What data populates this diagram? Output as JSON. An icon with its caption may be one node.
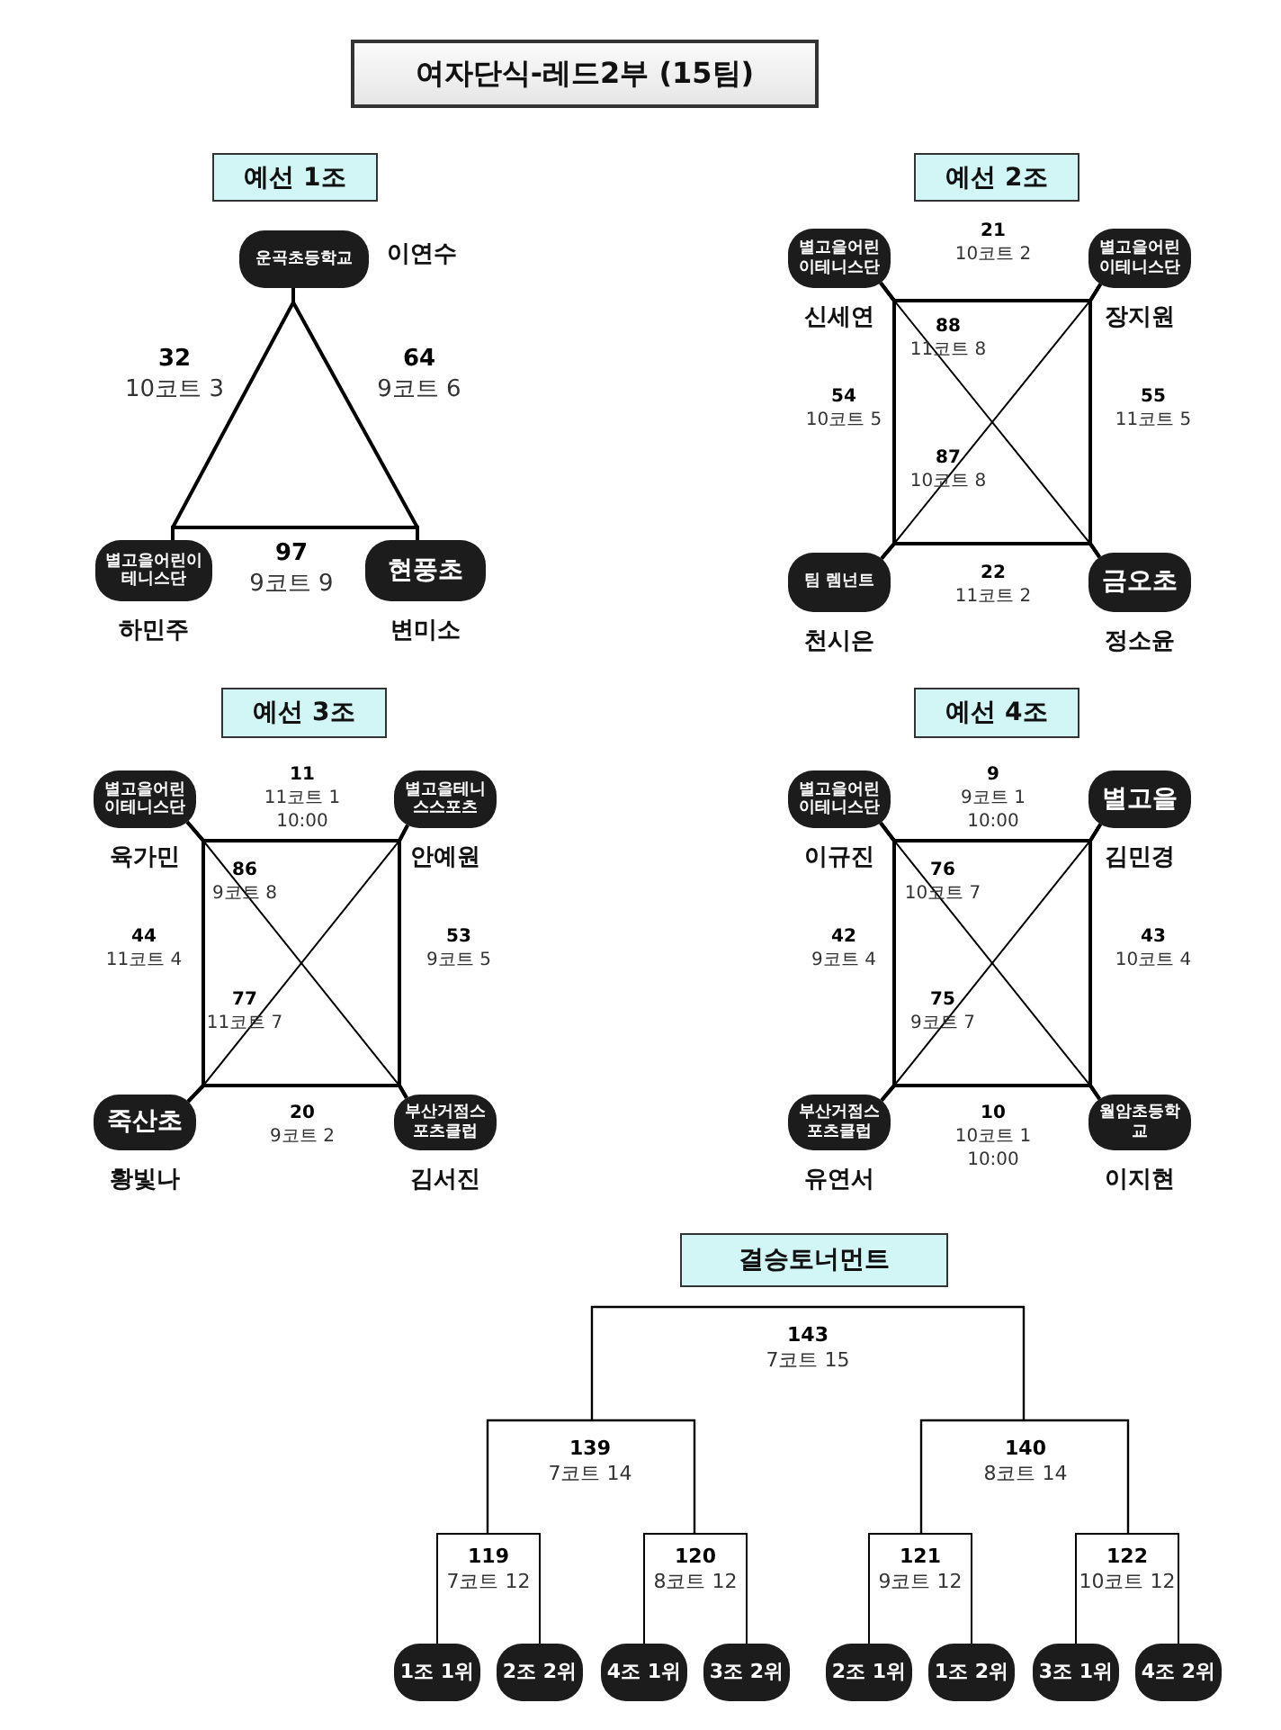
{
  "diagram": {
    "nodes": [
      {
        "text": [
          "여자단식-레드2부 (15팀)"
        ]
      },
      {
        "text": [
          "예선 1조"
        ]
      },
      {
        "text": [
          "운곡초등학교"
        ],
        "beside": [
          "이연수"
        ]
      },
      {
        "text": [
          "별고을어린이테니스단"
        ],
        "beside": [
          "하민주"
        ]
      },
      {
        "text": [
          "현풍초"
        ],
        "beside": [
          "변미소"
        ]
      },
      {
        "text": [
          "예선 2조"
        ]
      },
      {
        "text": [
          "별고을어린이테니스단"
        ],
        "beside": [
          "신세연"
        ]
      },
      {
        "text": [
          "별고을어린이테니스단"
        ],
        "beside": [
          "장지원"
        ]
      },
      {
        "text": [
          "팀 렘넌트"
        ],
        "beside": [
          "천시은"
        ]
      },
      {
        "text": [
          "금오초"
        ],
        "beside": [
          "정소윤"
        ]
      },
      {
        "text": [
          "예선 3조"
        ]
      },
      {
        "text": [
          "별고을어린이테니스단"
        ],
        "beside": [
          "육가민"
        ]
      },
      {
        "text": [
          "별고을테니스스포츠"
        ],
        "beside": [
          "안예원"
        ]
      },
      {
        "text": [
          "죽산초"
        ],
        "beside": [
          "황빛나"
        ]
      },
      {
        "text": [
          "부산거점스포츠클럽"
        ],
        "beside": [
          "김서진"
        ]
      },
      {
        "text": [
          "예선 4조"
        ]
      },
      {
        "text": [
          "별고을어린이테니스단"
        ],
        "beside": [
          "이규진"
        ]
      },
      {
        "text": [
          "별고을"
        ],
        "beside": [
          "김민경"
        ]
      },
      {
        "text": [
          "부산거점스포츠클럽"
        ],
        "beside": [
          "유연서"
        ]
      },
      {
        "text": [
          "월암초등학교"
        ],
        "beside": [
          "이지현"
        ]
      },
      {
        "text": [
          "결승토너먼트"
        ]
      },
      {
        "text": [
          "1조 1위"
        ]
      },
      {
        "text": [
          "2조 2위"
        ]
      },
      {
        "text": [
          "4조 1위"
        ]
      },
      {
        "text": [
          "3조 2위"
        ]
      },
      {
        "text": [
          "2조 1위"
        ]
      },
      {
        "text": [
          "1조 2위"
        ]
      },
      {
        "text": [
          "3조 1위"
        ]
      },
      {
        "text": [
          "4조 2위"
        ]
      }
    ],
    "edges": [
      {
        "from": 2,
        "to": 3,
        "arrow": "none",
        "label": "**32** 10코트 3"
      },
      {
        "from": 2,
        "to": 4,
        "arrow": "none",
        "label": "**64** 9코트 6"
      },
      {
        "from": 3,
        "to": 4,
        "arrow": "none",
        "label": "**97** 9코트 9"
      },
      {
        "from": 6,
        "to": 7,
        "arrow": "none",
        "label": "**21** 10코트 2"
      },
      {
        "from": 6,
        "to": 8,
        "arrow": "none",
        "label": "**54** 10코트 5"
      },
      {
        "from": 7,
        "to": 9,
        "arrow": "none",
        "label": "**55** 11코트 5"
      },
      {
        "from": 8,
        "to": 9,
        "arrow": "none",
        "label": "**22** 11코트 2"
      },
      {
        "from": 6,
        "to": 9,
        "arrow": "none",
        "label": "**88** 11코트 8"
      },
      {
        "from": 8,
        "to": 7,
        "arrow": "none",
        "label": "**87** 10코트 8"
      },
      {
        "from": 11,
        "to": 12,
        "arrow": "none",
        "label": "**11** 11코트 1 10:00"
      },
      {
        "from": 11,
        "to": 13,
        "arrow": "none",
        "label": "**44** 11코트 4"
      },
      {
        "from": 12,
        "to": 14,
        "arrow": "none",
        "label": "**53** 9코트 5"
      },
      {
        "from": 13,
        "to": 14,
        "arrow": "none",
        "label": "**20** 9코트 2"
      },
      {
        "from": 11,
        "to": 14,
        "arrow": "none",
        "label": "**86** 9코트 8"
      },
      {
        "from": 13,
        "to": 12,
        "arrow": "none",
        "label": "**77** 11코트 7"
      },
      {
        "from": 16,
        "to": 17,
        "arrow": "none",
        "label": "**9** 9코트 1 10:00"
      },
      {
        "from": 16,
        "to": 18,
        "arrow": "none",
        "label": "**42** 9코트 4"
      },
      {
        "from": 17,
        "to": 19,
        "arrow": "none",
        "label": "**43** 10코트 4"
      },
      {
        "from": 18,
        "to": 19,
        "arrow": "none",
        "label": "**10** 10코트 1 10:00"
      },
      {
        "from": 16,
        "to": 19,
        "arrow": "none",
        "label": "**76** 10코트 7"
      },
      {
        "from": 18,
        "to": 17,
        "arrow": "none",
        "label": "**75** 9코트 7"
      },
      {
        "from": 21,
        "to": 22,
        "arrow": "none",
        "label": "**119** 7코트 12"
      },
      {
        "from": 23,
        "to": 24,
        "arrow": "none",
        "label": "**120** 8코트 12"
      },
      {
        "from": 25,
        "to": 26,
        "arrow": "none",
        "label": "**121** 9코트 12"
      },
      {
        "from": 27,
        "to": 28,
        "arrow": "none",
        "label": "**122** 10코트 12"
      }
    ],
    "labels": [
      "**143** 7코트 15",
      "**139** 7코트 14",
      "**140** 8코트 14"
    ]
  }
}
